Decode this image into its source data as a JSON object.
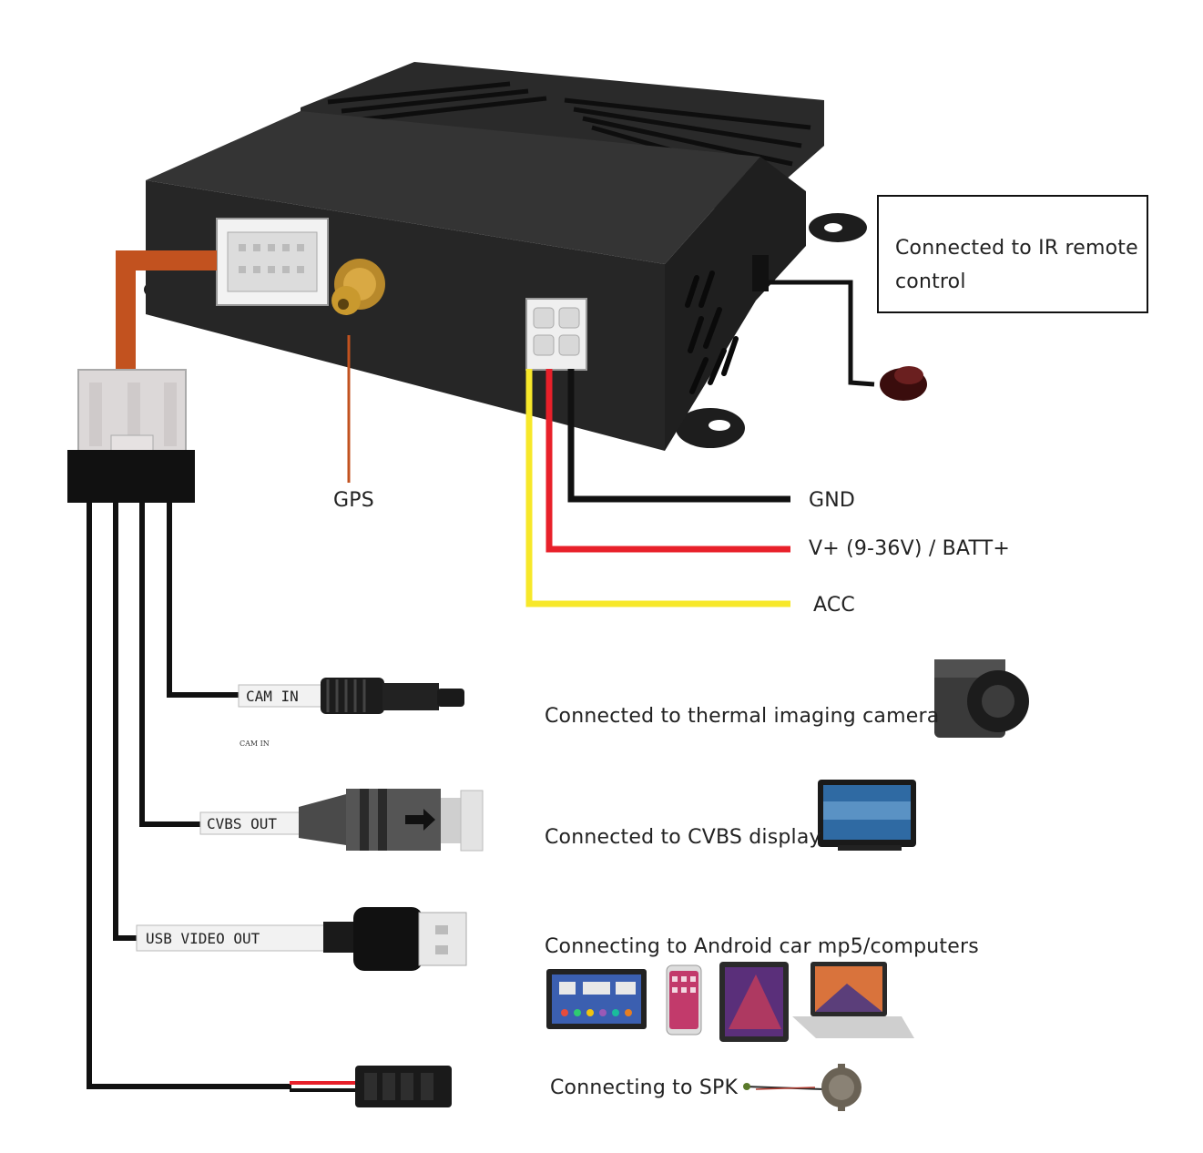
{
  "labels": {
    "gps": "GPS",
    "gnd": "GND",
    "vplus": "V+ (9-36V) / BATT+",
    "acc": "ACC",
    "ir_remote": "Connected to IR remote control",
    "thermal": "Connected to thermal imaging camera",
    "cvbs_display": "Connected to CVBS display",
    "android": "Connecting to Android car mp5/computers",
    "spk": "Connecting to SPK",
    "cam_in_small": "CAM IN"
  },
  "cable_tags": {
    "cam_in": "CAM IN",
    "cvbs_out": "CVBS OUT",
    "usb_video_out": "USB VIDEO OUT"
  },
  "colors": {
    "wire_black": "#111111",
    "wire_red": "#e8202a",
    "wire_yellow": "#f7e82a",
    "wire_orange": "#c2521f",
    "device_body": "#2b2b2b"
  },
  "icons": [
    "control-box-icon",
    "antenna-connector-icon",
    "ir-receiver-icon",
    "harness-connector-icon",
    "cam-in-plug-icon",
    "cvbs-plug-icon",
    "usb-plug-icon",
    "spk-plug-icon",
    "thermal-camera-icon",
    "cvbs-monitor-icon",
    "car-head-unit-icon",
    "smartphone-icon",
    "tablet-icon",
    "laptop-icon",
    "speaker-icon"
  ]
}
